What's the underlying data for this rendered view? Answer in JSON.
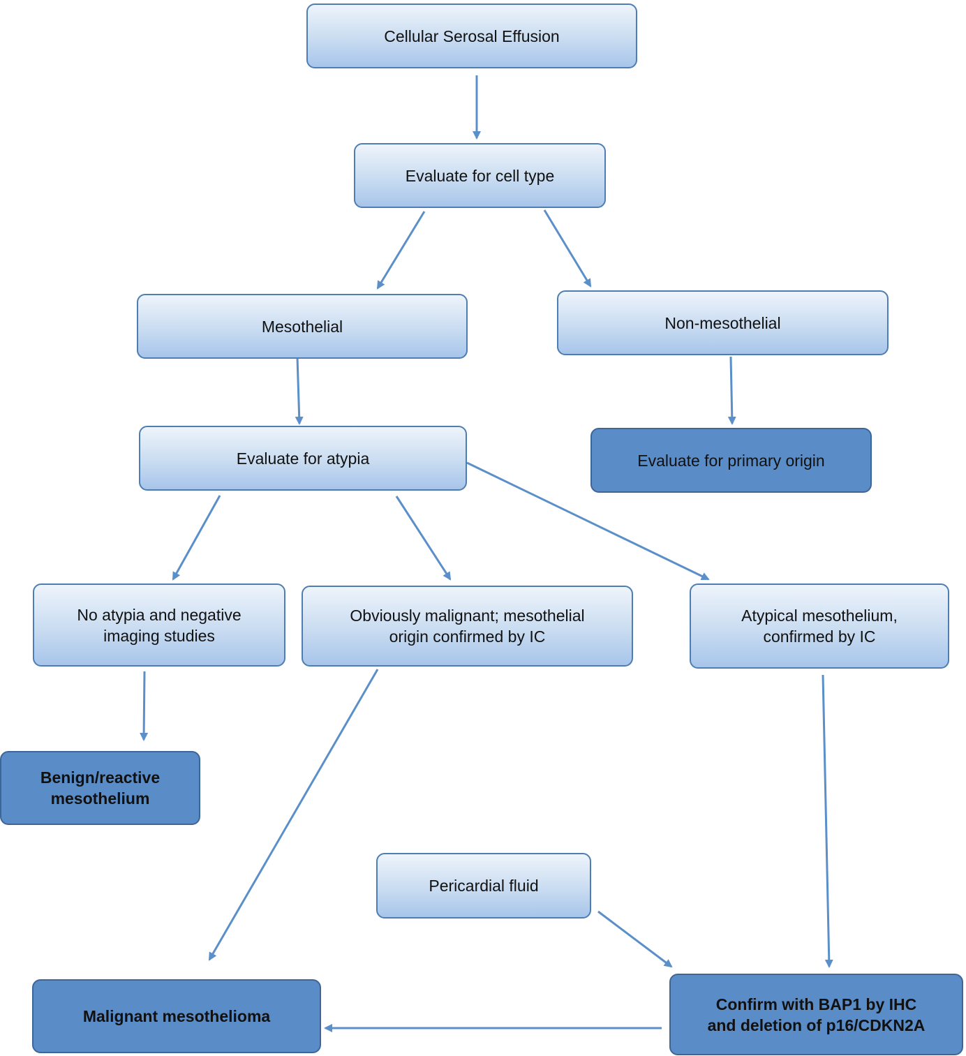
{
  "nodes": {
    "cellular_serosal_effusion": "Cellular Serosal Effusion",
    "evaluate_cell_type": "Evaluate for cell type",
    "mesothelial": "Mesothelial",
    "non_mesothelial": "Non-mesothelial",
    "evaluate_atypia": "Evaluate for atypia",
    "evaluate_primary_origin": "Evaluate for primary origin",
    "no_atypia_line1": "No atypia and negative",
    "no_atypia_line2": "imaging studies",
    "obviously_malignant_line1": "Obviously malignant; mesothelial",
    "obviously_malignant_line2": "origin confirmed by IC",
    "atypical_mesothelium_line1": "Atypical mesothelium,",
    "atypical_mesothelium_line2": "confirmed by IC",
    "benign_line1": "Benign/reactive",
    "benign_line2": "mesothelium",
    "pericardial_fluid": "Pericardial fluid",
    "malignant_mesothelioma": "Malignant mesothelioma",
    "confirm_bap1_line1": "Confirm with BAP1 by IHC",
    "confirm_bap1_line2": "and deletion of p16/CDKN2A"
  },
  "colors": {
    "border": "#4e7db3",
    "arrow": "#5b8fc9",
    "terminal_fill": "#5a8cc7"
  }
}
